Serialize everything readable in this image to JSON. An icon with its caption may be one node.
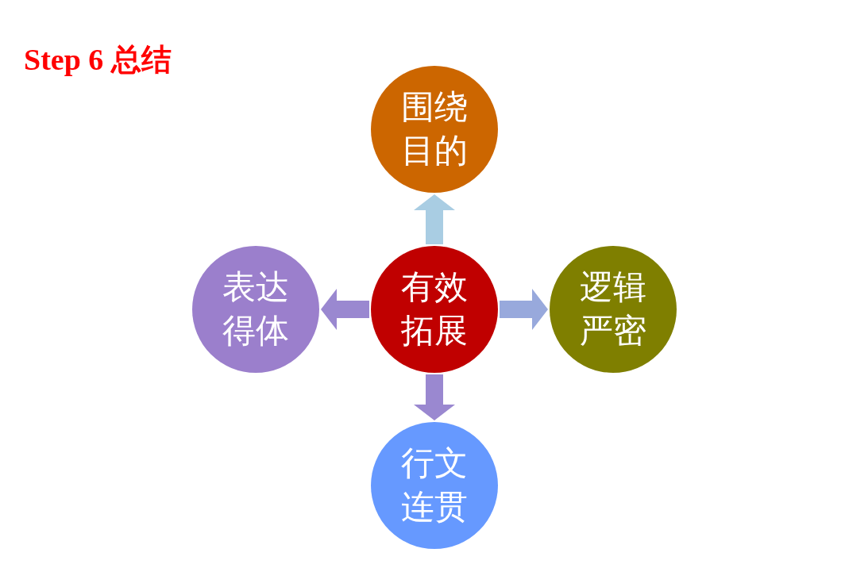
{
  "diagram": {
    "title": "Step 6 总结",
    "nodes": [
      {
        "text": [
          "围绕目的"
        ]
      },
      {
        "text": [
          "表达得体"
        ]
      },
      {
        "text": [
          "有效拓展"
        ]
      },
      {
        "text": [
          "逻辑严密"
        ]
      },
      {
        "text": [
          "行文连贯"
        ]
      }
    ],
    "edges": [
      {
        "from": 2,
        "to": 0,
        "arrow": "to",
        "style": "thick",
        "color": "#a9cde3"
      },
      {
        "from": 2,
        "to": 1,
        "arrow": "to",
        "style": "thick",
        "color": "#9a88d0"
      },
      {
        "from": 2,
        "to": 3,
        "arrow": "to",
        "style": "thick",
        "color": "#98a9dc"
      },
      {
        "from": 2,
        "to": 4,
        "arrow": "to",
        "style": "thick",
        "color": "#9a88d0"
      }
    ]
  }
}
